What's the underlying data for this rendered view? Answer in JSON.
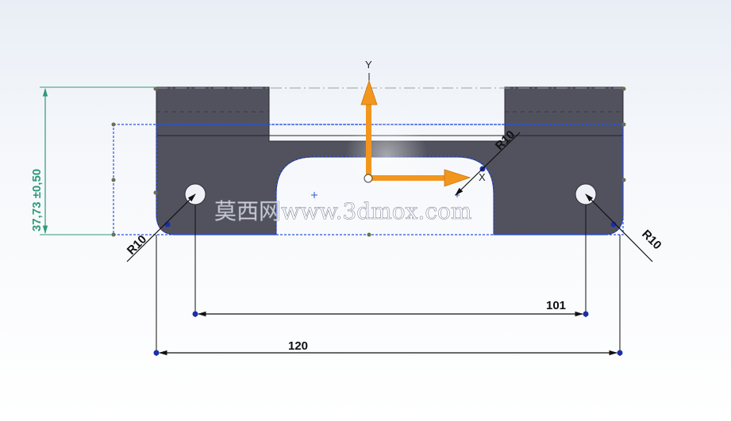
{
  "drawing": {
    "dimensions": {
      "height": "37,73 ±0,50",
      "hole_pitch": "101",
      "overall_width": "120",
      "radius_top_right": "R10",
      "radius_bottom_left": "R10",
      "radius_bottom_right": "R10"
    },
    "triad": {
      "y_label": "Y",
      "x_label": "X"
    },
    "watermark": "莫西网www.3dmox.com"
  },
  "colors": {
    "part_fill": "#51525e",
    "sketch_blue": "#2b52e0",
    "dimension_green": "#2e9a78",
    "triad_orange": "#f2961e",
    "dimension_black": "#111111"
  }
}
